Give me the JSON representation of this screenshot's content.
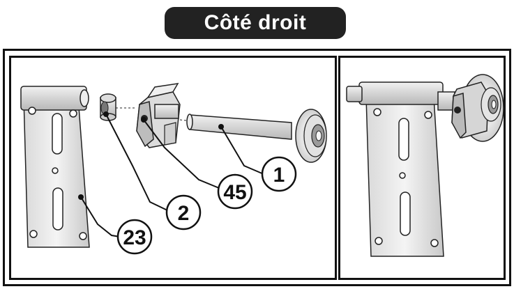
{
  "title": "Côté droit",
  "callouts": {
    "c1": "1",
    "c2": "2",
    "c23": "23",
    "c45": "45"
  }
}
